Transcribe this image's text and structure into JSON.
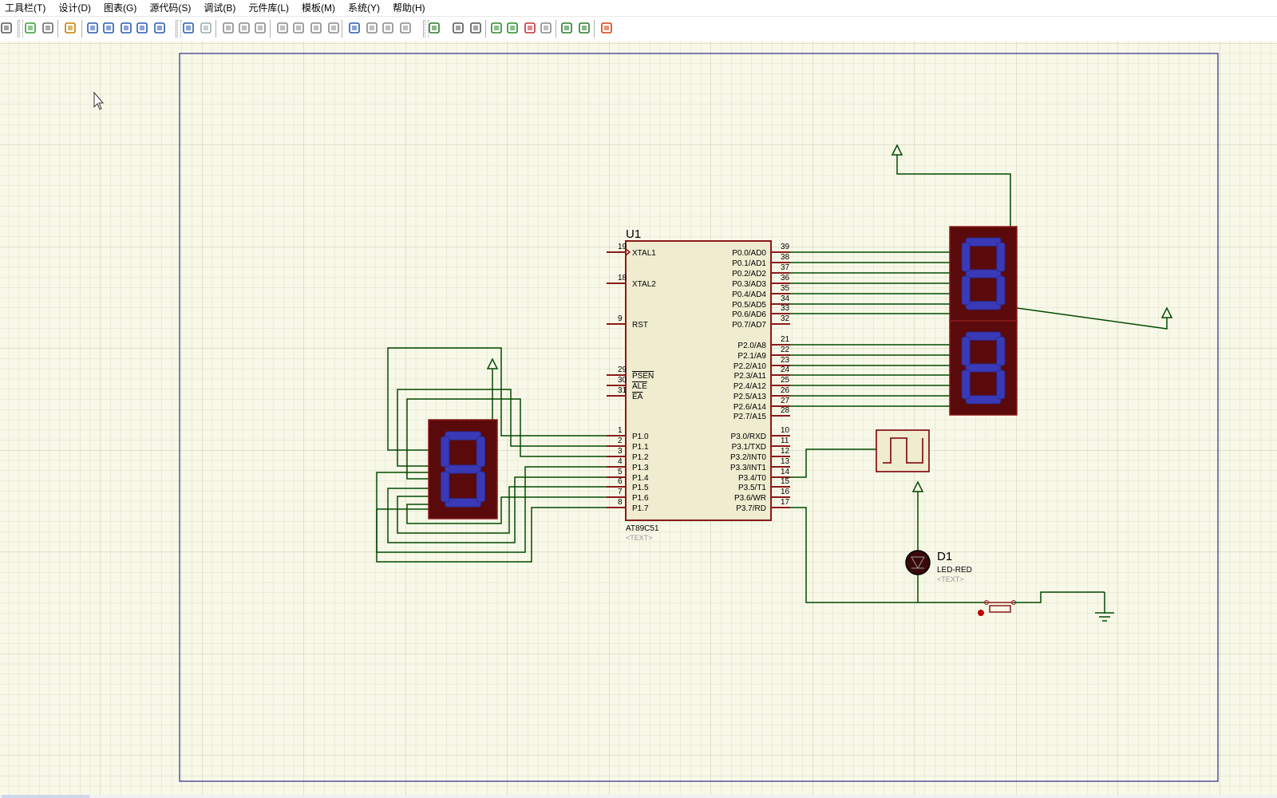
{
  "menu": [
    "工具栏(T)",
    "设计(D)",
    "图表(G)",
    "源代码(S)",
    "调试(B)",
    "元件库(L)",
    "模板(M)",
    "系统(Y)",
    "帮助(H)"
  ],
  "toolbar_icons": [
    "page-icon",
    "refresh-icon",
    "grid-icon",
    "origin-icon",
    "pan-icon",
    "zoom-in-icon",
    "zoom-out-icon",
    "zoom-all-icon",
    "zoom-area-icon",
    "undo-icon",
    "redo-icon",
    "cut-icon",
    "copy-icon",
    "paste-icon",
    "block-copy-icon",
    "block-move-icon",
    "block-rotate-icon",
    "block-delete-icon",
    "pick-device-icon",
    "make-device-icon",
    "packaging-icon",
    "decompose-icon",
    "wire-autoroute-icon",
    "search-icon",
    "property-assign-icon",
    "netlist-icon",
    "new-sheet-icon",
    "remove-sheet-icon",
    "goto-sheet-icon",
    "bill-of-materials-icon",
    "electrical-check-icon",
    "ares-icon"
  ],
  "colors": {
    "grid_bg": "#f8f8e8",
    "grid_minor": "#dedec8",
    "border": "#2a2a8c",
    "wire": "#004a00",
    "component_outline": "#8a1a1a",
    "component_fill": "#f0ecd0",
    "segment_body": "#5a0a0a",
    "segment_lit": "#3a3ab8"
  },
  "mcu": {
    "ref": "U1",
    "part": "AT89C51",
    "text_placeholder": "<TEXT>",
    "left_pins": [
      {
        "num": "19",
        "name": "XTAL1"
      },
      {
        "num": "18",
        "name": "XTAL2"
      },
      {
        "num": "9",
        "name": "RST"
      },
      {
        "num": "29",
        "name": "PSEN"
      },
      {
        "num": "30",
        "name": "ALE"
      },
      {
        "num": "31",
        "name": "EA"
      },
      {
        "num": "1",
        "name": "P1.0"
      },
      {
        "num": "2",
        "name": "P1.1"
      },
      {
        "num": "3",
        "name": "P1.2"
      },
      {
        "num": "4",
        "name": "P1.3"
      },
      {
        "num": "5",
        "name": "P1.4"
      },
      {
        "num": "6",
        "name": "P1.5"
      },
      {
        "num": "7",
        "name": "P1.6"
      },
      {
        "num": "8",
        "name": "P1.7"
      }
    ],
    "right_pins": [
      {
        "num": "39",
        "name": "P0.0/AD0"
      },
      {
        "num": "38",
        "name": "P0.1/AD1"
      },
      {
        "num": "37",
        "name": "P0.2/AD2"
      },
      {
        "num": "36",
        "name": "P0.3/AD3"
      },
      {
        "num": "35",
        "name": "P0.4/AD4"
      },
      {
        "num": "34",
        "name": "P0.5/AD5"
      },
      {
        "num": "33",
        "name": "P0.6/AD6"
      },
      {
        "num": "32",
        "name": "P0.7/AD7"
      },
      {
        "num": "21",
        "name": "P2.0/A8"
      },
      {
        "num": "22",
        "name": "P2.1/A9"
      },
      {
        "num": "23",
        "name": "P2.2/A10"
      },
      {
        "num": "24",
        "name": "P2.3/A11"
      },
      {
        "num": "25",
        "name": "P2.4/A12"
      },
      {
        "num": "26",
        "name": "P2.5/A13"
      },
      {
        "num": "27",
        "name": "P2.6/A14"
      },
      {
        "num": "28",
        "name": "P2.7/A15"
      },
      {
        "num": "10",
        "name": "P3.0/RXD"
      },
      {
        "num": "11",
        "name": "P3.1/TXD"
      },
      {
        "num": "12",
        "name": "P3.2/INT0"
      },
      {
        "num": "13",
        "name": "P3.3/INT1"
      },
      {
        "num": "14",
        "name": "P3.4/T0"
      },
      {
        "num": "15",
        "name": "P3.5/T1"
      },
      {
        "num": "16",
        "name": "P3.6/WR"
      },
      {
        "num": "17",
        "name": "P3.7/RD"
      }
    ]
  },
  "led": {
    "ref": "D1",
    "part": "LED-RED",
    "text_placeholder": "<TEXT>"
  },
  "displays": {
    "left_digit": "8",
    "right_top_digit": "8",
    "right_bottom_digit": "8"
  }
}
